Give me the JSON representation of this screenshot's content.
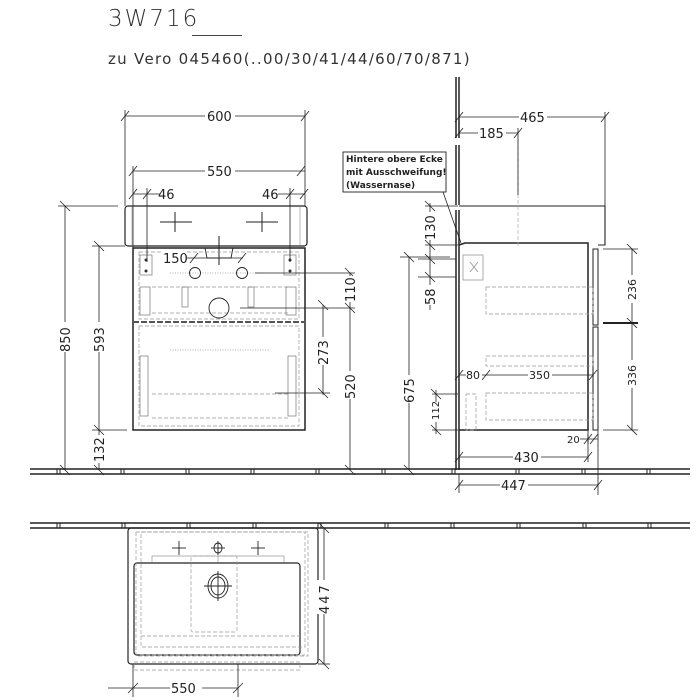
{
  "header": {
    "model_code": "3W716",
    "compatibility": "zu Vero 045460(..00/30/41/44/60/70/871)"
  },
  "front_view": {
    "dimensions": {
      "total_width": "600",
      "inner_width": "550",
      "left_offset": "46",
      "right_offset": "46",
      "tap_spacing": "150",
      "total_height": "850",
      "cabinet_height": "593",
      "floor_clearance": "132",
      "top_drawer_offset": "110",
      "drawer_height": "273",
      "drawer_floor_height": "520"
    }
  },
  "side_view": {
    "note": {
      "line1": "Hintere obere Ecke",
      "line2": "mit Ausschweifung!",
      "line3": "(Wassernase)"
    },
    "dimensions": {
      "total_depth": "465",
      "tap_depth": "185",
      "basin_height": "130",
      "drawer_gap": "58",
      "overall_height": "675",
      "bottom_offset": "112",
      "drawer_inset": "80",
      "drawer_depth": "350",
      "upper_drawer_height": "236",
      "lower_drawer_height": "336",
      "front_panel": "20",
      "cabinet_depth": "430",
      "total_cabinet_depth": "447"
    }
  },
  "top_view": {
    "dimensions": {
      "width": "550",
      "depth": "447"
    }
  }
}
